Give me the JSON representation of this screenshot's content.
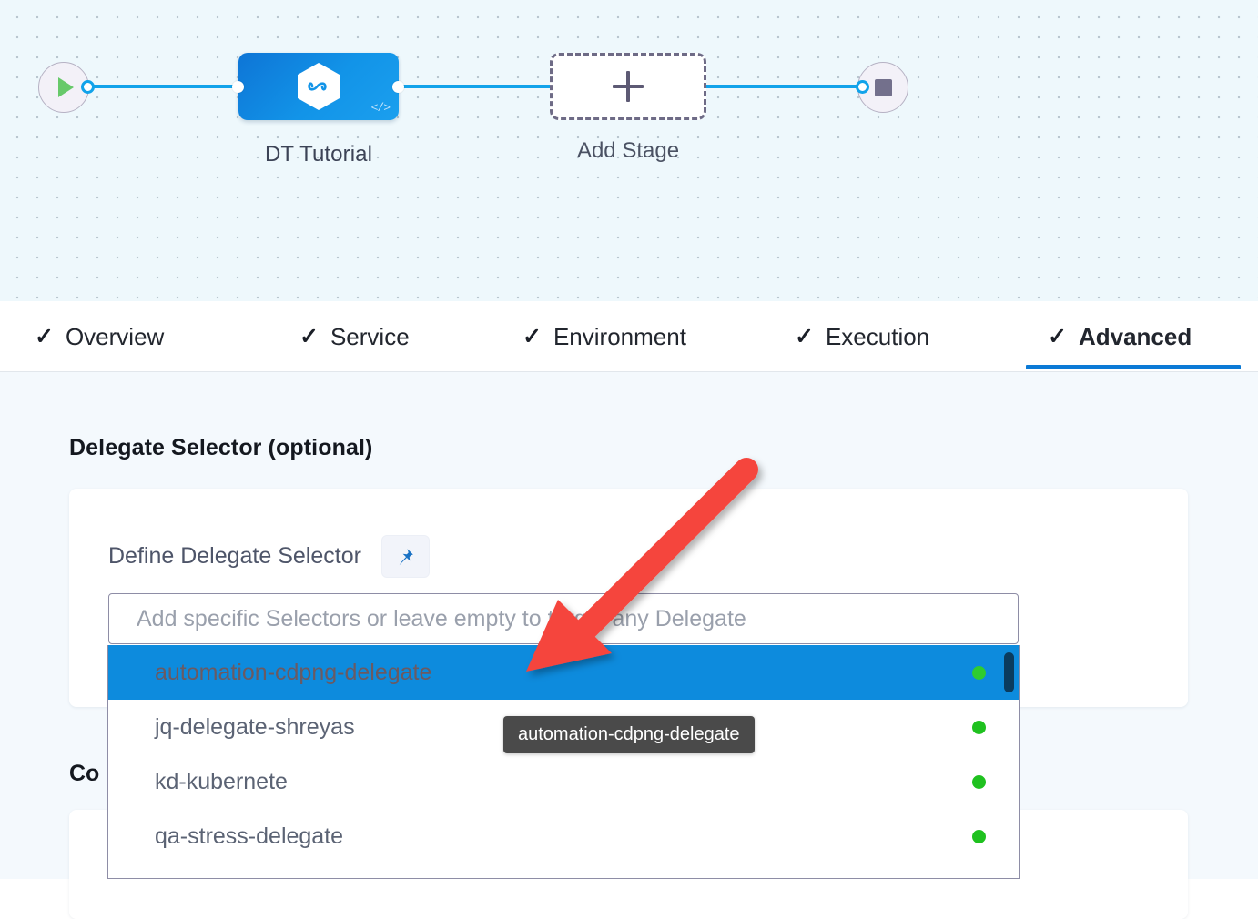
{
  "canvas": {
    "start_node_icon": "play-icon",
    "end_node_icon": "stop-icon",
    "stage": {
      "label": "DT Tutorial",
      "icon": "pipeline-hexagon-icon",
      "code_badge": "</>"
    },
    "add_stage": {
      "label": "Add Stage",
      "icon": "plus-icon"
    }
  },
  "tabs": [
    {
      "label": "Overview",
      "check": "✓",
      "active": false
    },
    {
      "label": "Service",
      "check": "✓",
      "active": false
    },
    {
      "label": "Environment",
      "check": "✓",
      "active": false
    },
    {
      "label": "Execution",
      "check": "✓",
      "active": false
    },
    {
      "label": "Advanced",
      "check": "✓",
      "active": true
    }
  ],
  "main": {
    "section_title": "Delegate Selector (optional)",
    "section_title_2": "Co",
    "define_label": "Define Delegate Selector",
    "pin_icon": "pushpin-icon",
    "selector_placeholder": "Add specific Selectors or leave empty to target any Delegate",
    "selector_value": "",
    "dropdown": [
      {
        "name": "automation-cdpng-delegate",
        "status": "connected",
        "selected": true
      },
      {
        "name": "jq-delegate-shreyas",
        "status": "connected",
        "selected": false
      },
      {
        "name": "kd-kubernete",
        "status": "connected",
        "selected": false
      },
      {
        "name": "qa-stress-delegate",
        "status": "connected",
        "selected": false
      }
    ],
    "tooltip": "automation-cdpng-delegate"
  },
  "colors": {
    "accent_blue": "#0b7ad6",
    "node_blue": "#1294e8",
    "selected_row": "#0d8bdd",
    "status_green": "#1fc11f",
    "annotation_red": "#f5443c",
    "canvas_bg": "#eef8fc",
    "panel_bg": "#f4f9fd"
  },
  "annotation": {
    "arrow": "red-arrow-pointing-to-selected-delegate"
  }
}
